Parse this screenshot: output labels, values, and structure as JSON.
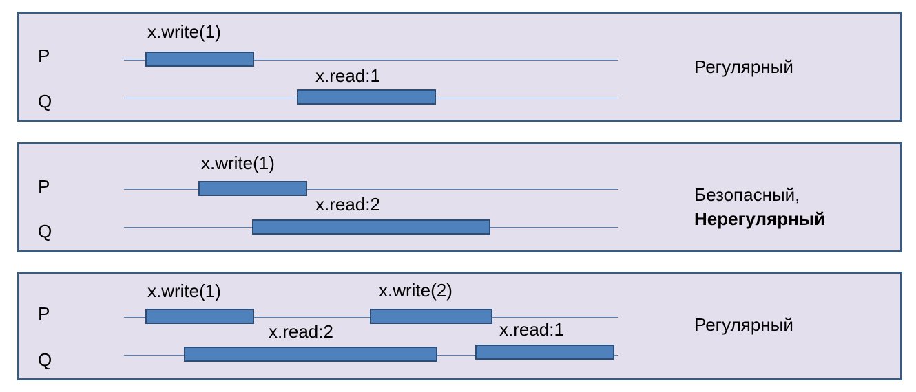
{
  "panels": [
    {
      "processes": {
        "p": "P",
        "q": "Q"
      },
      "ops": [
        {
          "label": "x.write(1)",
          "process": "P"
        },
        {
          "label": "x.read:1",
          "process": "Q"
        }
      ],
      "verdict": {
        "line1": "Регулярный",
        "line2_bold": ""
      }
    },
    {
      "processes": {
        "p": "P",
        "q": "Q"
      },
      "ops": [
        {
          "label": "x.write(1)",
          "process": "P"
        },
        {
          "label": "x.read:2",
          "process": "Q"
        }
      ],
      "verdict": {
        "line1": "Безопасный,",
        "line2_bold": "Нерегулярный"
      }
    },
    {
      "processes": {
        "p": "P",
        "q": "Q"
      },
      "ops": [
        {
          "label": "x.write(1)",
          "process": "P"
        },
        {
          "label": "x.write(2)",
          "process": "P"
        },
        {
          "label": "x.read:2",
          "process": "Q"
        },
        {
          "label": "x.read:1",
          "process": "Q"
        }
      ],
      "verdict": {
        "line1": "Регулярный",
        "line2_bold": ""
      }
    }
  ],
  "colors": {
    "panel_background": "#e4dfec",
    "panel_border": "#3a5a7e",
    "timeline": "#4f81bd",
    "operation_fill": "#4f81bd",
    "operation_border": "#2c4d75"
  }
}
